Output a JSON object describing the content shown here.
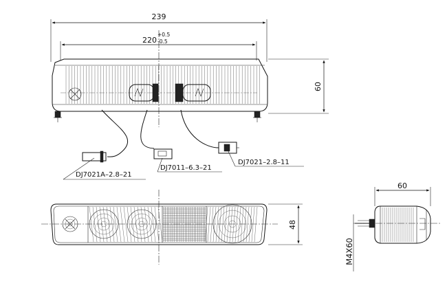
{
  "dimensions": {
    "overall_width": "239",
    "lamp_width": "220",
    "tol_upper": "+0.5",
    "tol_lower": "-0.5",
    "height": "60",
    "depth": "48",
    "side_width": "60",
    "bolt": "M4X60"
  },
  "connectors": [
    {
      "id": "DJ7021A-2.8-21",
      "label": "DJ7021A–2.8–21"
    },
    {
      "id": "DJ7011-6.3-21",
      "label": "DJ7011–6.3–21"
    },
    {
      "id": "DJ7021-2.8-11",
      "label": "DJ7021–2.8–11"
    }
  ]
}
